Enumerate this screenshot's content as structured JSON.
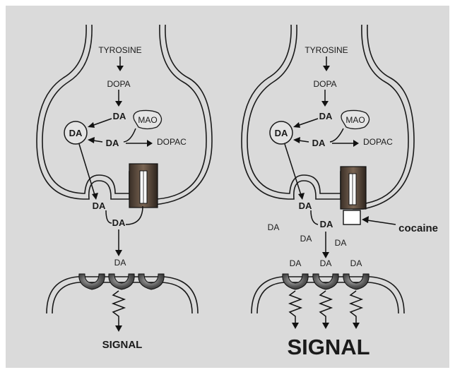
{
  "colors": {
    "background": "#d9d9d9",
    "line": "#1a1a1a",
    "transporter": "#6e5a47",
    "receptor_dark": "#404040"
  },
  "left_panel": {
    "tyrosine": "TYROSINE",
    "dopa": "DOPA",
    "da_synth": "DA",
    "vesicle_da": "DA",
    "mao": "MAO",
    "da_mid": "DA",
    "dopac": "DOPAC",
    "da_release": "DA",
    "da_cleft": "DA",
    "da_receptor": "DA",
    "signal": "SIGNAL"
  },
  "right_panel": {
    "tyrosine": "TYROSINE",
    "dopa": "DOPA",
    "da_synth": "DA",
    "vesicle_da": "DA",
    "mao": "MAO",
    "da_mid": "DA",
    "dopac": "DOPAC",
    "da_release": "DA",
    "da_cleft": "DA",
    "da_free_1": "DA",
    "da_free_2": "DA",
    "da_free_3": "DA",
    "da_rec_1": "DA",
    "da_rec_2": "DA",
    "da_rec_3": "DA",
    "cocaine": "cocaine",
    "signal": "SIGNAL"
  }
}
